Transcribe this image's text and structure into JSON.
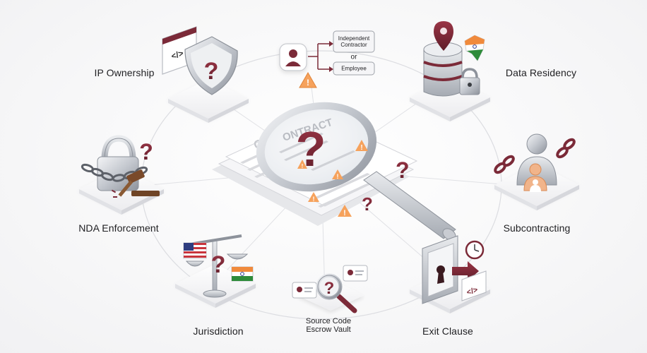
{
  "nodes": {
    "ip_ownership": "IP Ownership",
    "data_residency": "Data Residency",
    "nda_enforcement": "NDA Enforcement",
    "subcontracting": "Subcontracting",
    "jurisdiction": "Jurisdiction",
    "escrow_line1": "Source Code",
    "escrow_line2": "Escrow Vault",
    "exit_clause": "Exit Clause"
  },
  "classification": {
    "option_a_line1": "Independent",
    "option_a_line2": "Contractor",
    "connector": "or",
    "option_b": "Employee"
  },
  "document": {
    "title": "CONTRACT"
  },
  "icons": {
    "center": "magnifier-over-contract",
    "ip": "shield-question-icon",
    "classification": "person-icon",
    "residency": "database-pin-icon",
    "nda": "padlock-chain-gavel-icon",
    "subcontracting": "people-broken-chain-icon",
    "jurisdiction": "scales-flags-icon",
    "escrow": "magnifier-id-cards-icon",
    "exit": "door-keyhole-clock-icon"
  },
  "colors": {
    "accent": "#7b2a38",
    "warning": "#f39a4a",
    "steel": "#b8bcc4",
    "platform": "#ffffff"
  }
}
